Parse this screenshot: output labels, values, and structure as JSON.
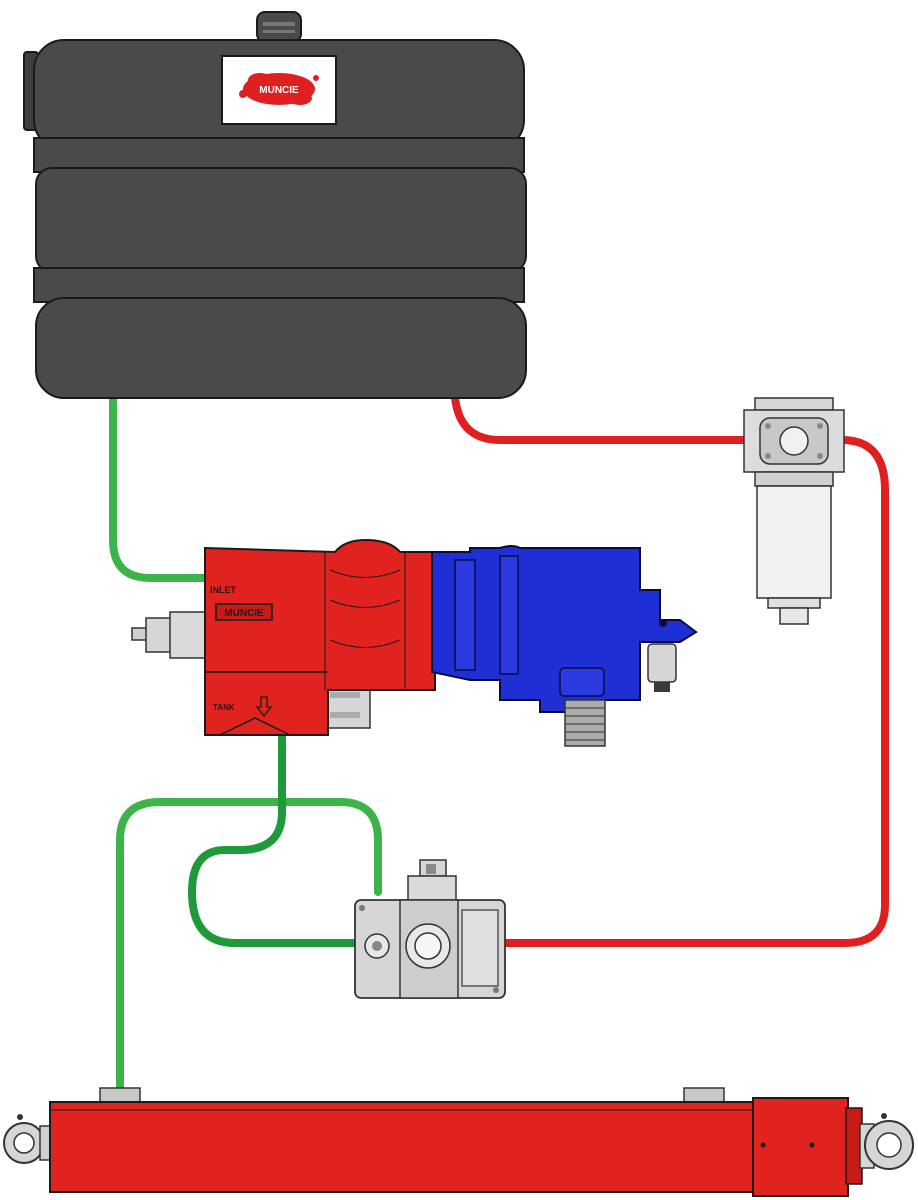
{
  "tank": {
    "brand_logo": "MUNCIE"
  },
  "pump": {
    "inlet_label": "INLET",
    "tank_label": "TANK",
    "brand_logo": "MUNCIE",
    "tank_arrow_icon": "arrow-down-icon"
  },
  "colors": {
    "tank_body": "#4a4a4a",
    "pressure_line": "#e02020",
    "suction_line_light": "#3cb44a",
    "return_line_dark": "#1f9a3a",
    "pump_red": "#e0231f",
    "pto_blue": "#1f2fd6",
    "cylinder_red": "#e0231f",
    "component_gray": "#d6d6d6"
  }
}
